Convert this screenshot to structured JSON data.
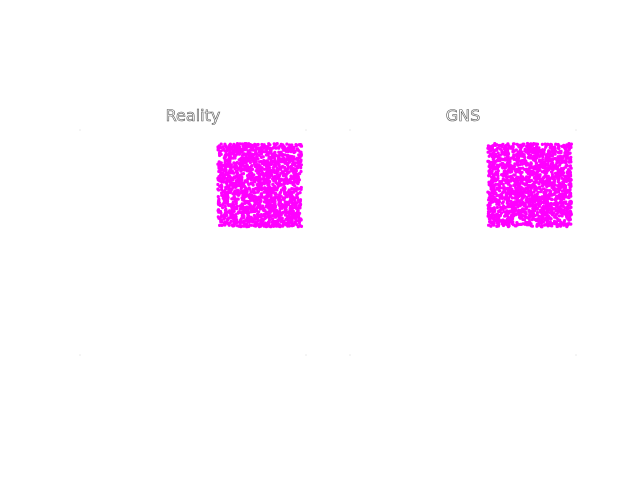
{
  "chart_data": [
    {
      "type": "scatter",
      "title": "Reality",
      "xlim": [
        0,
        1
      ],
      "ylim": [
        0,
        1
      ],
      "grid": false,
      "axes_visible": false,
      "color": "#ff00ff",
      "region": {
        "x": [
          0.61,
          0.98
        ],
        "y": [
          0.57,
          0.94
        ]
      },
      "approx_point_count": 1800
    },
    {
      "type": "scatter",
      "title": "GNS",
      "xlim": [
        0,
        1
      ],
      "ylim": [
        0,
        1
      ],
      "grid": false,
      "axes_visible": false,
      "color": "#ff00ff",
      "region": {
        "x": [
          0.61,
          0.98
        ],
        "y": [
          0.57,
          0.94
        ]
      },
      "approx_point_count": 1800
    }
  ]
}
